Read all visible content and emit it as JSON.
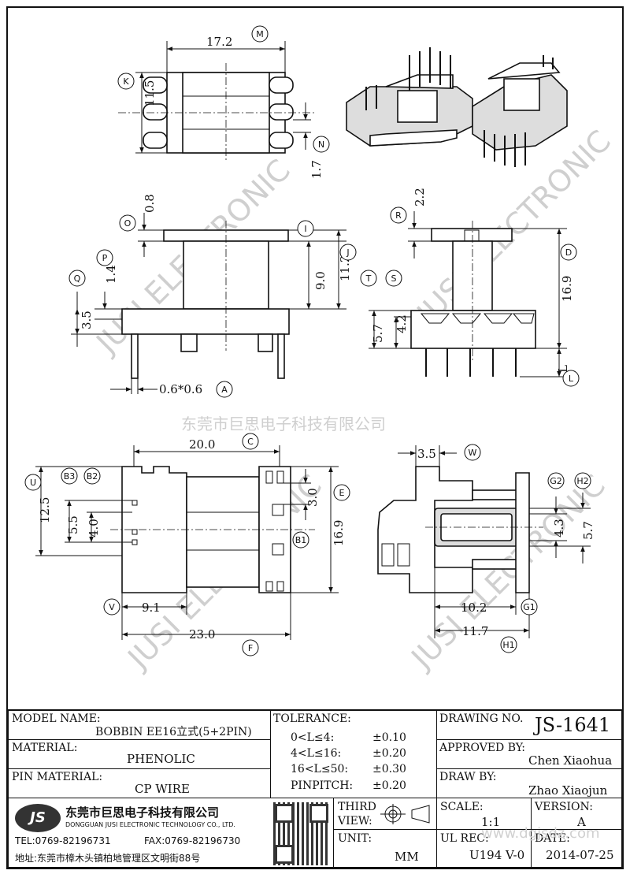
{
  "watermark": {
    "company_cn": "东莞市巨思电子科技有限公司",
    "brand_en": "JUSI ELECTRONIC"
  },
  "dims": {
    "m": "17.2",
    "k": "11.5",
    "n": "1.7",
    "o": "0.8",
    "p": "1.4",
    "q": "3.5",
    "i": "9.0",
    "j": "11.2",
    "a": "0.6*0.6",
    "r": "2.2",
    "t": "5.7",
    "s": "4.2",
    "d": "16.9",
    "l": "L",
    "c": "20.0",
    "u": "12.5",
    "b3": "5.5",
    "b2": "4.0",
    "e_top": "3.0",
    "e": "16.9",
    "v": "9.1",
    "f": "23.0",
    "w": "3.5",
    "g2": "4.3",
    "h2": "5.7",
    "g1": "10.2",
    "h1": "11.7"
  },
  "callouts": {
    "m": "M",
    "k": "K",
    "n": "N",
    "o": "O",
    "p": "P",
    "q": "Q",
    "i": "I",
    "j": "J",
    "a": "A",
    "r": "R",
    "t": "T",
    "s": "S",
    "d": "D",
    "l": "L",
    "c": "C",
    "u": "U",
    "b3": "B3",
    "b2": "B2",
    "e": "E",
    "b1": "B1",
    "v": "V",
    "f": "F",
    "w": "W",
    "g2": "G2",
    "h2": "H2",
    "g1": "G1",
    "h1": "H1"
  },
  "title_block": {
    "model_name_label": "MODEL NAME:",
    "model_name": "BOBBIN EE16立式(5+2PIN)",
    "material_label": "MATERIAL:",
    "material": "PHENOLIC",
    "pin_material_label": "PIN MATERIAL:",
    "pin_material": "CP WIRE",
    "tolerance_label": "TOLERANCE:",
    "tolerances": [
      {
        "range": "0<L≤4:",
        "value": "±0.10"
      },
      {
        "range": "4<L≤16:",
        "value": "±0.20"
      },
      {
        "range": "16<L≤50:",
        "value": "±0.30"
      },
      {
        "range": "PINPITCH:",
        "value": "±0.20"
      }
    ],
    "drawing_no_label": "DRAWING NO.",
    "drawing_no": "JS-1641",
    "approved_by_label": "APPROVED BY:",
    "approved_by": "Chen Xiaohua",
    "draw_by_label": "DRAW BY:",
    "draw_by": "Zhao Xiaojun",
    "logo_text": "JS",
    "company_cn": "东莞市巨思电子科技有限公司",
    "company_en": "DONGGUAN JUSI ELECTRONIC TECHNOLOGY CO., LTD.",
    "tel": "TEL:0769-82196731",
    "fax": "FAX:0769-82196730",
    "address": "地址:东莞市樟木头镇柏地管理区文明街88号",
    "third_view_label_1": "THIRD",
    "third_view_label_2": "VIEW:",
    "unit_label": "UNIT:",
    "unit": "MM",
    "scale_label": "SCALE:",
    "scale": "1:1",
    "ul_rec_label": "UL REC:",
    "ul_rec": "U194 V-0",
    "version_label": "VERSION:",
    "version": "A",
    "date_label": "DATE:",
    "date": "2014-07-25",
    "website": "www.dgjsdz.com"
  }
}
